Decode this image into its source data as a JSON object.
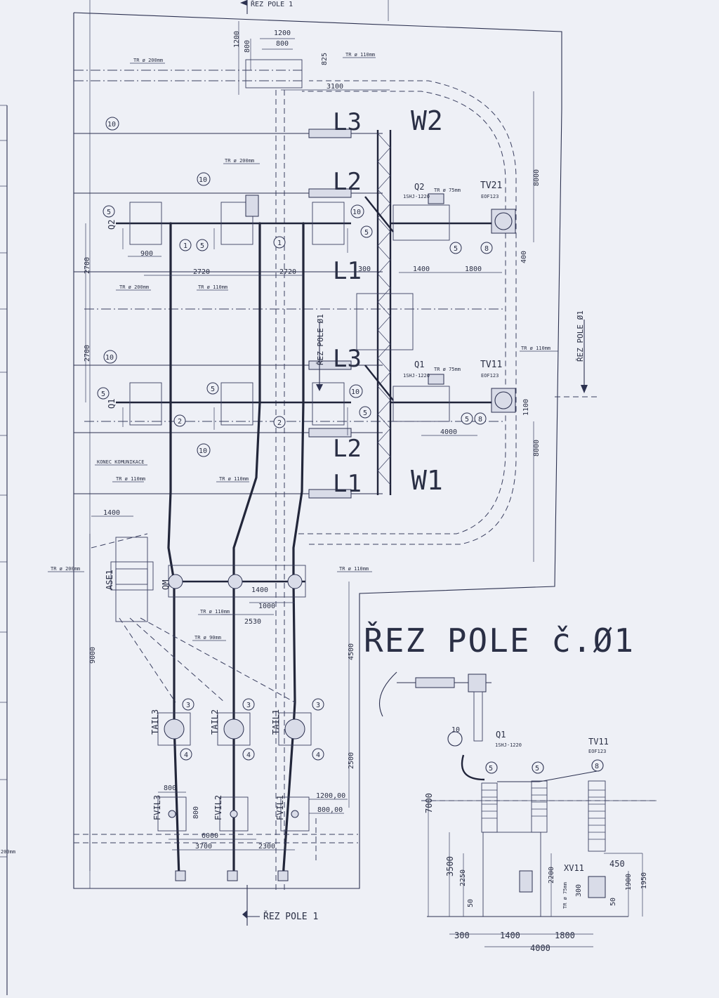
{
  "section_marks": {
    "top": "ŘEZ POLE 1",
    "bottom": "ŘEZ POLE 1",
    "mid": "ŘEZ POLE Ø1",
    "right": "ŘEZ POLE Ø1"
  },
  "phase_labels": {
    "upper": [
      "L3",
      "L2",
      "L1"
    ],
    "lower": [
      "L3",
      "L2",
      "L1"
    ]
  },
  "zone_labels": [
    "W2",
    "W1"
  ],
  "equipment": {
    "q2": "Q2",
    "q2_type": "1SHJ-1220",
    "q1": "Q1",
    "q1_type": "1SHJ-1220",
    "tv21": "TV21",
    "tv21_type": "EOF123",
    "tv11": "TV11",
    "tv11_type": "EOF123",
    "qm": "QM",
    "ase1": "ASE1",
    "tails": [
      "TAIL3",
      "TAIL2",
      "TAIL1"
    ],
    "fvils": [
      "FVIL3",
      "FVIL2",
      "FVIL1"
    ],
    "q2_side": "Q2",
    "q1_side": "Q1"
  },
  "pipes": {
    "tr200": "TR ø 200mm",
    "tr110": "TR ø 110mm",
    "tr75": "TR ø 75mm",
    "tr90": "TR ø 90mm"
  },
  "notes": {
    "konec": "KONEC KOMUNIKACE"
  },
  "dimensions": {
    "d1200a": "1200",
    "d800a": "800",
    "d1200b": "1200",
    "d800b": "800",
    "d825": "825",
    "d3100": "3100",
    "d8000a": "8000",
    "d400": "400",
    "d1400a": "1400",
    "d1800a": "1800",
    "d300a": "300",
    "d2700a": "2700",
    "d900": "900",
    "d2720a": "2720",
    "d2720b": "2720",
    "d2700b": "2700",
    "d4000a": "4000",
    "d1100": "1100",
    "d8000b": "8000",
    "d1400b": "1400",
    "d1400c": "1400",
    "d1000": "1000",
    "d2530": "2530",
    "d9000": "9000",
    "d4500": "4500",
    "d2500": "2500",
    "d800c": "800",
    "d800d": "800",
    "d1200_00": "1200,00",
    "d800_00": "800,00",
    "d6000": "6000",
    "d3700": "3700",
    "d2300": "2300",
    "d200left": "200mm"
  },
  "callouts": [
    "10",
    "5",
    "1",
    "2",
    "3",
    "4",
    "8"
  ],
  "section_view": {
    "title": "ŘEZ POLE č.Ø1",
    "q1": "Q1",
    "q1_type": "1SHJ-1220",
    "tv11": "TV11",
    "tv11_type": "EOF123",
    "xv11": "XV11",
    "tr75": "TR ø 75mm",
    "dims": {
      "h7000": "7000",
      "h3500": "3500",
      "h2250": "2250",
      "h50a": "50",
      "h2200": "2200",
      "h450": "450",
      "h1900": "1900",
      "h1950": "1950",
      "h300v": "300",
      "h50b": "50",
      "w300": "300",
      "w1400": "1400",
      "w1800": "1800",
      "w4000": "4000"
    }
  }
}
